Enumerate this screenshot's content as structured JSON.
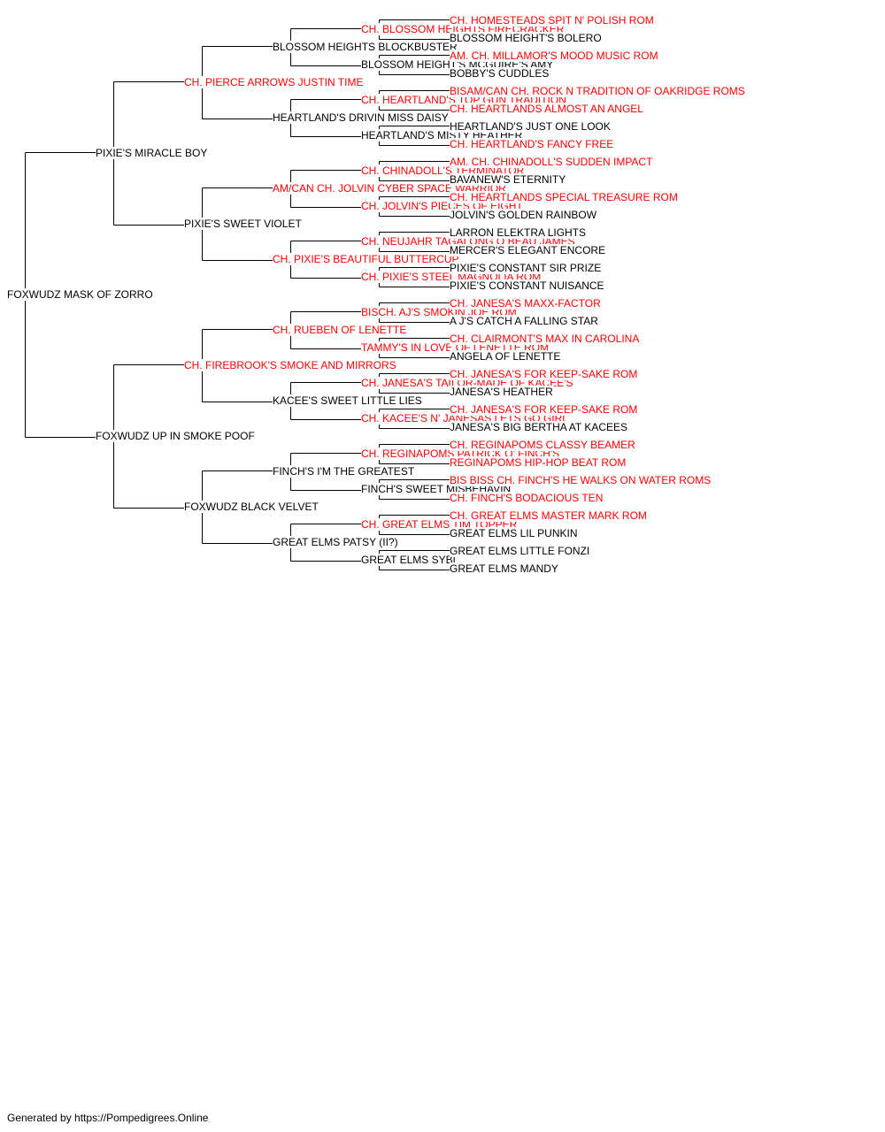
{
  "colors": {
    "champion": "#ff0000",
    "normal": "#000000",
    "line": "#000000"
  },
  "footer": "Generated by https://Pompedigrees.Online",
  "pedigree": {
    "name": "FOXWUDZ MASK OF ZORRO",
    "ch": false,
    "sire": {
      "name": "PIXIE'S MIRACLE BOY",
      "ch": false,
      "sire": {
        "name": "CH. PIERCE ARROWS JUSTIN TIME",
        "ch": true,
        "sire": {
          "name": "BLOSSOM HEIGHTS BLOCKBUSTER",
          "ch": false,
          "sire": {
            "name": "CH. BLOSSOM HEIGHTS FIRECRACKER",
            "ch": true,
            "sire": {
              "name": "CH. HOMESTEADS SPIT N' POLISH ROM",
              "ch": true
            },
            "dam": {
              "name": "BLOSSOM HEIGHT'S BOLERO",
              "ch": false
            }
          },
          "dam": {
            "name": "BLOSSOM HEIGHT'S MCGUIRE'S AMY",
            "ch": false,
            "sire": {
              "name": "AM. CH. MILLAMOR'S MOOD MUSIC ROM",
              "ch": true
            },
            "dam": {
              "name": "BOBBY'S CUDDLES",
              "ch": false
            }
          }
        },
        "dam": {
          "name": "HEARTLAND'S DRIVIN MISS DAISY",
          "ch": false,
          "sire": {
            "name": "CH. HEARTLAND'S TOP GUN TRADITION",
            "ch": true,
            "sire": {
              "name": "BISAM/CAN CH. ROCK N TRADITION OF OAKRIDGE ROMS",
              "ch": true
            },
            "dam": {
              "name": "CH. HEARTLANDS ALMOST AN ANGEL",
              "ch": true
            }
          },
          "dam": {
            "name": "HEARTLAND'S MISTY HEATHER",
            "ch": false,
            "sire": {
              "name": "HEARTLAND'S JUST ONE LOOK",
              "ch": false
            },
            "dam": {
              "name": "CH. HEARTLAND'S FANCY FREE",
              "ch": true
            }
          }
        }
      },
      "dam": {
        "name": "PIXIE'S SWEET VIOLET",
        "ch": false,
        "sire": {
          "name": "AM/CAN CH. JOLVIN CYBER SPACE WARRIOR",
          "ch": true,
          "sire": {
            "name": "CH. CHINADOLL'S TERMINATOR",
            "ch": true,
            "sire": {
              "name": "AM. CH. CHINADOLL'S SUDDEN IMPACT",
              "ch": true
            },
            "dam": {
              "name": "BAVANEW'S ETERNITY",
              "ch": false
            }
          },
          "dam": {
            "name": "CH. JOLVIN'S PIECES OF EIGHT",
            "ch": true,
            "sire": {
              "name": "CH. HEARTLANDS SPECIAL TREASURE ROM",
              "ch": true
            },
            "dam": {
              "name": "JOLVIN'S GOLDEN RAINBOW",
              "ch": false
            }
          }
        },
        "dam": {
          "name": "CH. PIXIE'S BEAUTIFUL BUTTERCUP",
          "ch": true,
          "sire": {
            "name": "CH. NEUJAHR TAGALONG O BEAU JAMES",
            "ch": true,
            "sire": {
              "name": "LARRON ELEKTRA LIGHTS",
              "ch": false
            },
            "dam": {
              "name": "MERCER'S ELEGANT ENCORE",
              "ch": false
            }
          },
          "dam": {
            "name": "CH. PIXIE'S STEEL MAGNOLIA ROM",
            "ch": true,
            "sire": {
              "name": "PIXIE'S CONSTANT SIR PRIZE",
              "ch": false
            },
            "dam": {
              "name": "PIXIE'S CONSTANT NUISANCE",
              "ch": false
            }
          }
        }
      }
    },
    "dam": {
      "name": "FOXWUDZ UP IN SMOKE POOF",
      "ch": false,
      "sire": {
        "name": "CH. FIREBROOK'S SMOKE AND MIRRORS",
        "ch": true,
        "sire": {
          "name": "CH. RUEBEN OF LENETTE",
          "ch": true,
          "sire": {
            "name": "BISCH. AJ'S SMOKIN JOE ROM",
            "ch": true,
            "sire": {
              "name": "CH. JANESA'S MAXX-FACTOR",
              "ch": true
            },
            "dam": {
              "name": "A J'S CATCH A FALLING STAR",
              "ch": false
            }
          },
          "dam": {
            "name": "TAMMY'S IN LOVE OF LENETTE ROM",
            "ch": true,
            "sire": {
              "name": "CH. CLAIRMONT'S MAX IN CAROLINA",
              "ch": true
            },
            "dam": {
              "name": "ANGELA OF LENETTE",
              "ch": false
            }
          }
        },
        "dam": {
          "name": "KACEE'S SWEET LITTLE LIES",
          "ch": false,
          "sire": {
            "name": "CH. JANESA'S TAILOR-MADE OF KACEE'S",
            "ch": true,
            "sire": {
              "name": "CH. JANESA'S FOR KEEP-SAKE ROM",
              "ch": true
            },
            "dam": {
              "name": "JANESA'S HEATHER",
              "ch": false
            }
          },
          "dam": {
            "name": "CH. KACEE'S N' JANESAS LETS GO GIRL",
            "ch": true,
            "sire": {
              "name": "CH. JANESA'S FOR KEEP-SAKE ROM",
              "ch": true
            },
            "dam": {
              "name": "JANESA'S BIG BERTHA AT KACEES",
              "ch": false
            }
          }
        }
      },
      "dam": {
        "name": "FOXWUDZ BLACK VELVET",
        "ch": false,
        "sire": {
          "name": "FINCH'S I'M THE GREATEST",
          "ch": false,
          "sire": {
            "name": "CH. REGINAPOMS PATRICK O' FINCH'S",
            "ch": true,
            "sire": {
              "name": "CH. REGINAPOMS CLASSY BEAMER",
              "ch": true
            },
            "dam": {
              "name": "REGINAPOMS HIP-HOP BEAT ROM",
              "ch": true
            }
          },
          "dam": {
            "name": "FINCH'S SWEET MISBEHAVIN",
            "ch": false,
            "sire": {
              "name": "BIS BISS CH. FINCH'S HE WALKS ON WATER ROMS",
              "ch": true
            },
            "dam": {
              "name": "CH. FINCH'S BODACIOUS TEN",
              "ch": true
            }
          }
        },
        "dam": {
          "name": "GREAT ELMS PATSY (II?)",
          "ch": false,
          "sire": {
            "name": "CH. GREAT ELMS TIM TOPPER",
            "ch": true,
            "sire": {
              "name": "CH. GREAT ELMS MASTER MARK ROM",
              "ch": true
            },
            "dam": {
              "name": "GREAT ELMS LIL PUNKIN",
              "ch": false
            }
          },
          "dam": {
            "name": "GREAT ELMS SYBL",
            "ch": false,
            "sire": {
              "name": "GREAT ELMS LITTLE FONZI",
              "ch": false
            },
            "dam": {
              "name": "GREAT ELMS MANDY",
              "ch": false
            }
          }
        }
      }
    }
  }
}
